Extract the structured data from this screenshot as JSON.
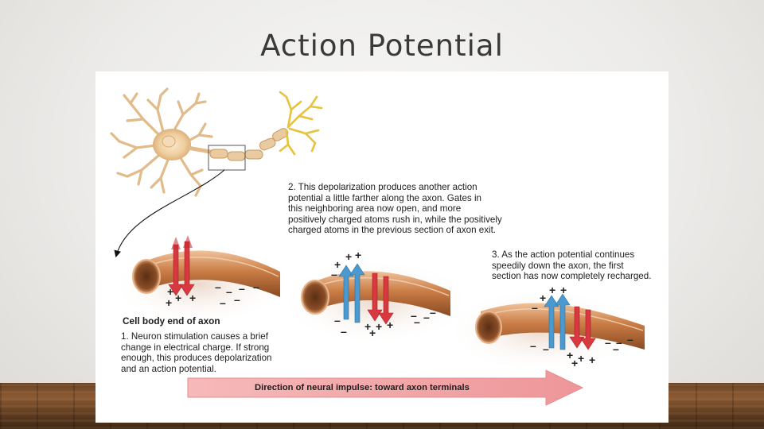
{
  "slide": {
    "title": "Action Potential"
  },
  "figure": {
    "caption_1": {
      "lines": [
        "1. Neuron stimulation causes a brief",
        "change in electrical charge. If strong",
        "enough, this produces depolarization",
        "and an action potential."
      ]
    },
    "caption_2": {
      "lines": [
        "2. This depolarization produces another action",
        "potential a little farther along the axon. Gates in",
        "this neighboring area now open, and more",
        "positively charged atoms rush in, while the positively",
        "charged atoms in the previous section of axon exit."
      ]
    },
    "caption_3": {
      "lines": [
        "3. As the action potential continues",
        "speedily down the axon, the first",
        "section has now completely recharged."
      ]
    },
    "cell_body_label": "Cell body end of axon",
    "direction_label": "Direction of neural impulse: toward axon terminals",
    "colors": {
      "axon": "#c8804a",
      "inflow_arrow": "#d8383f",
      "outflow_arrow": "#4a9ad0",
      "direction_arrow": "#f0a2a4",
      "neuron_body": "#f0d2a6",
      "axon_terminal": "#e8c23a"
    }
  }
}
